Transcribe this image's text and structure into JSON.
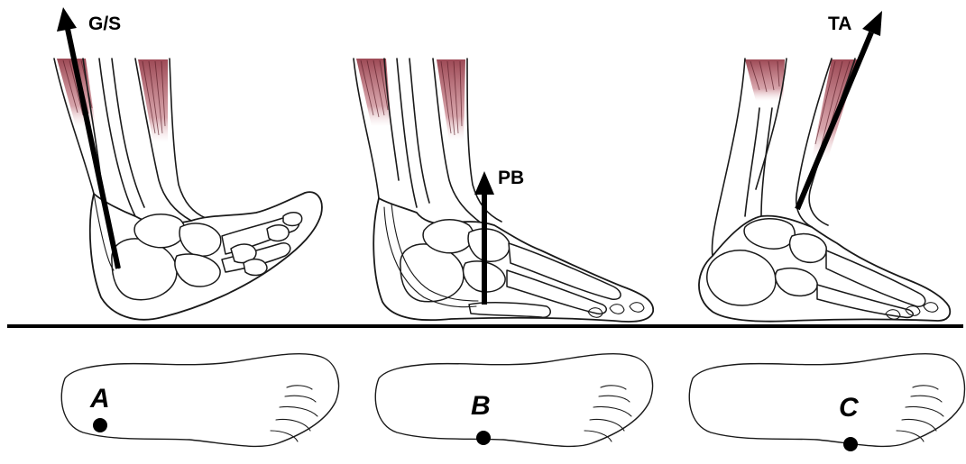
{
  "forces": {
    "a": "G/S",
    "b": "PB",
    "c": "TA"
  },
  "cases": {
    "a": "A",
    "b": "B",
    "c": "C"
  },
  "colors": {
    "muscle": "#a8424f",
    "ink": "#000000"
  }
}
